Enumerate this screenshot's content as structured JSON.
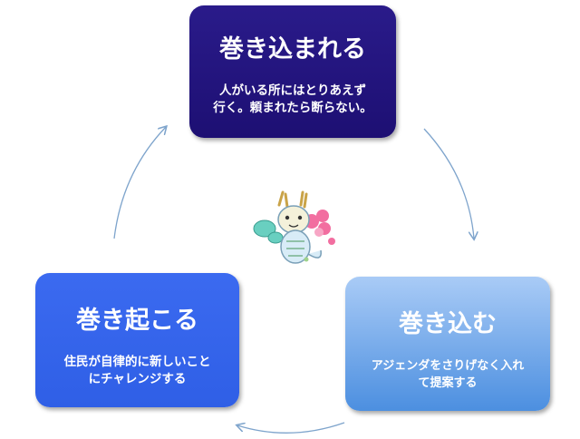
{
  "nodes": {
    "top": {
      "title": "巻き込まれる",
      "line1": "人がいる所にはとりあえず",
      "line2": "行く。頼まれたら断らない。"
    },
    "left": {
      "title": "巻き起こる",
      "line1": "住民が自律的に新しいこと",
      "line2": "にチャレンジする"
    },
    "right": {
      "title": "巻き込む",
      "line1": "アジェンダをさりげなく入れ",
      "line2": "て提案する"
    }
  },
  "colors": {
    "top": "#1f1177",
    "left": "#3564ea",
    "right": "#7aaeea",
    "arrow": "#7ea4cc"
  },
  "mascot": "dragon-mascot"
}
